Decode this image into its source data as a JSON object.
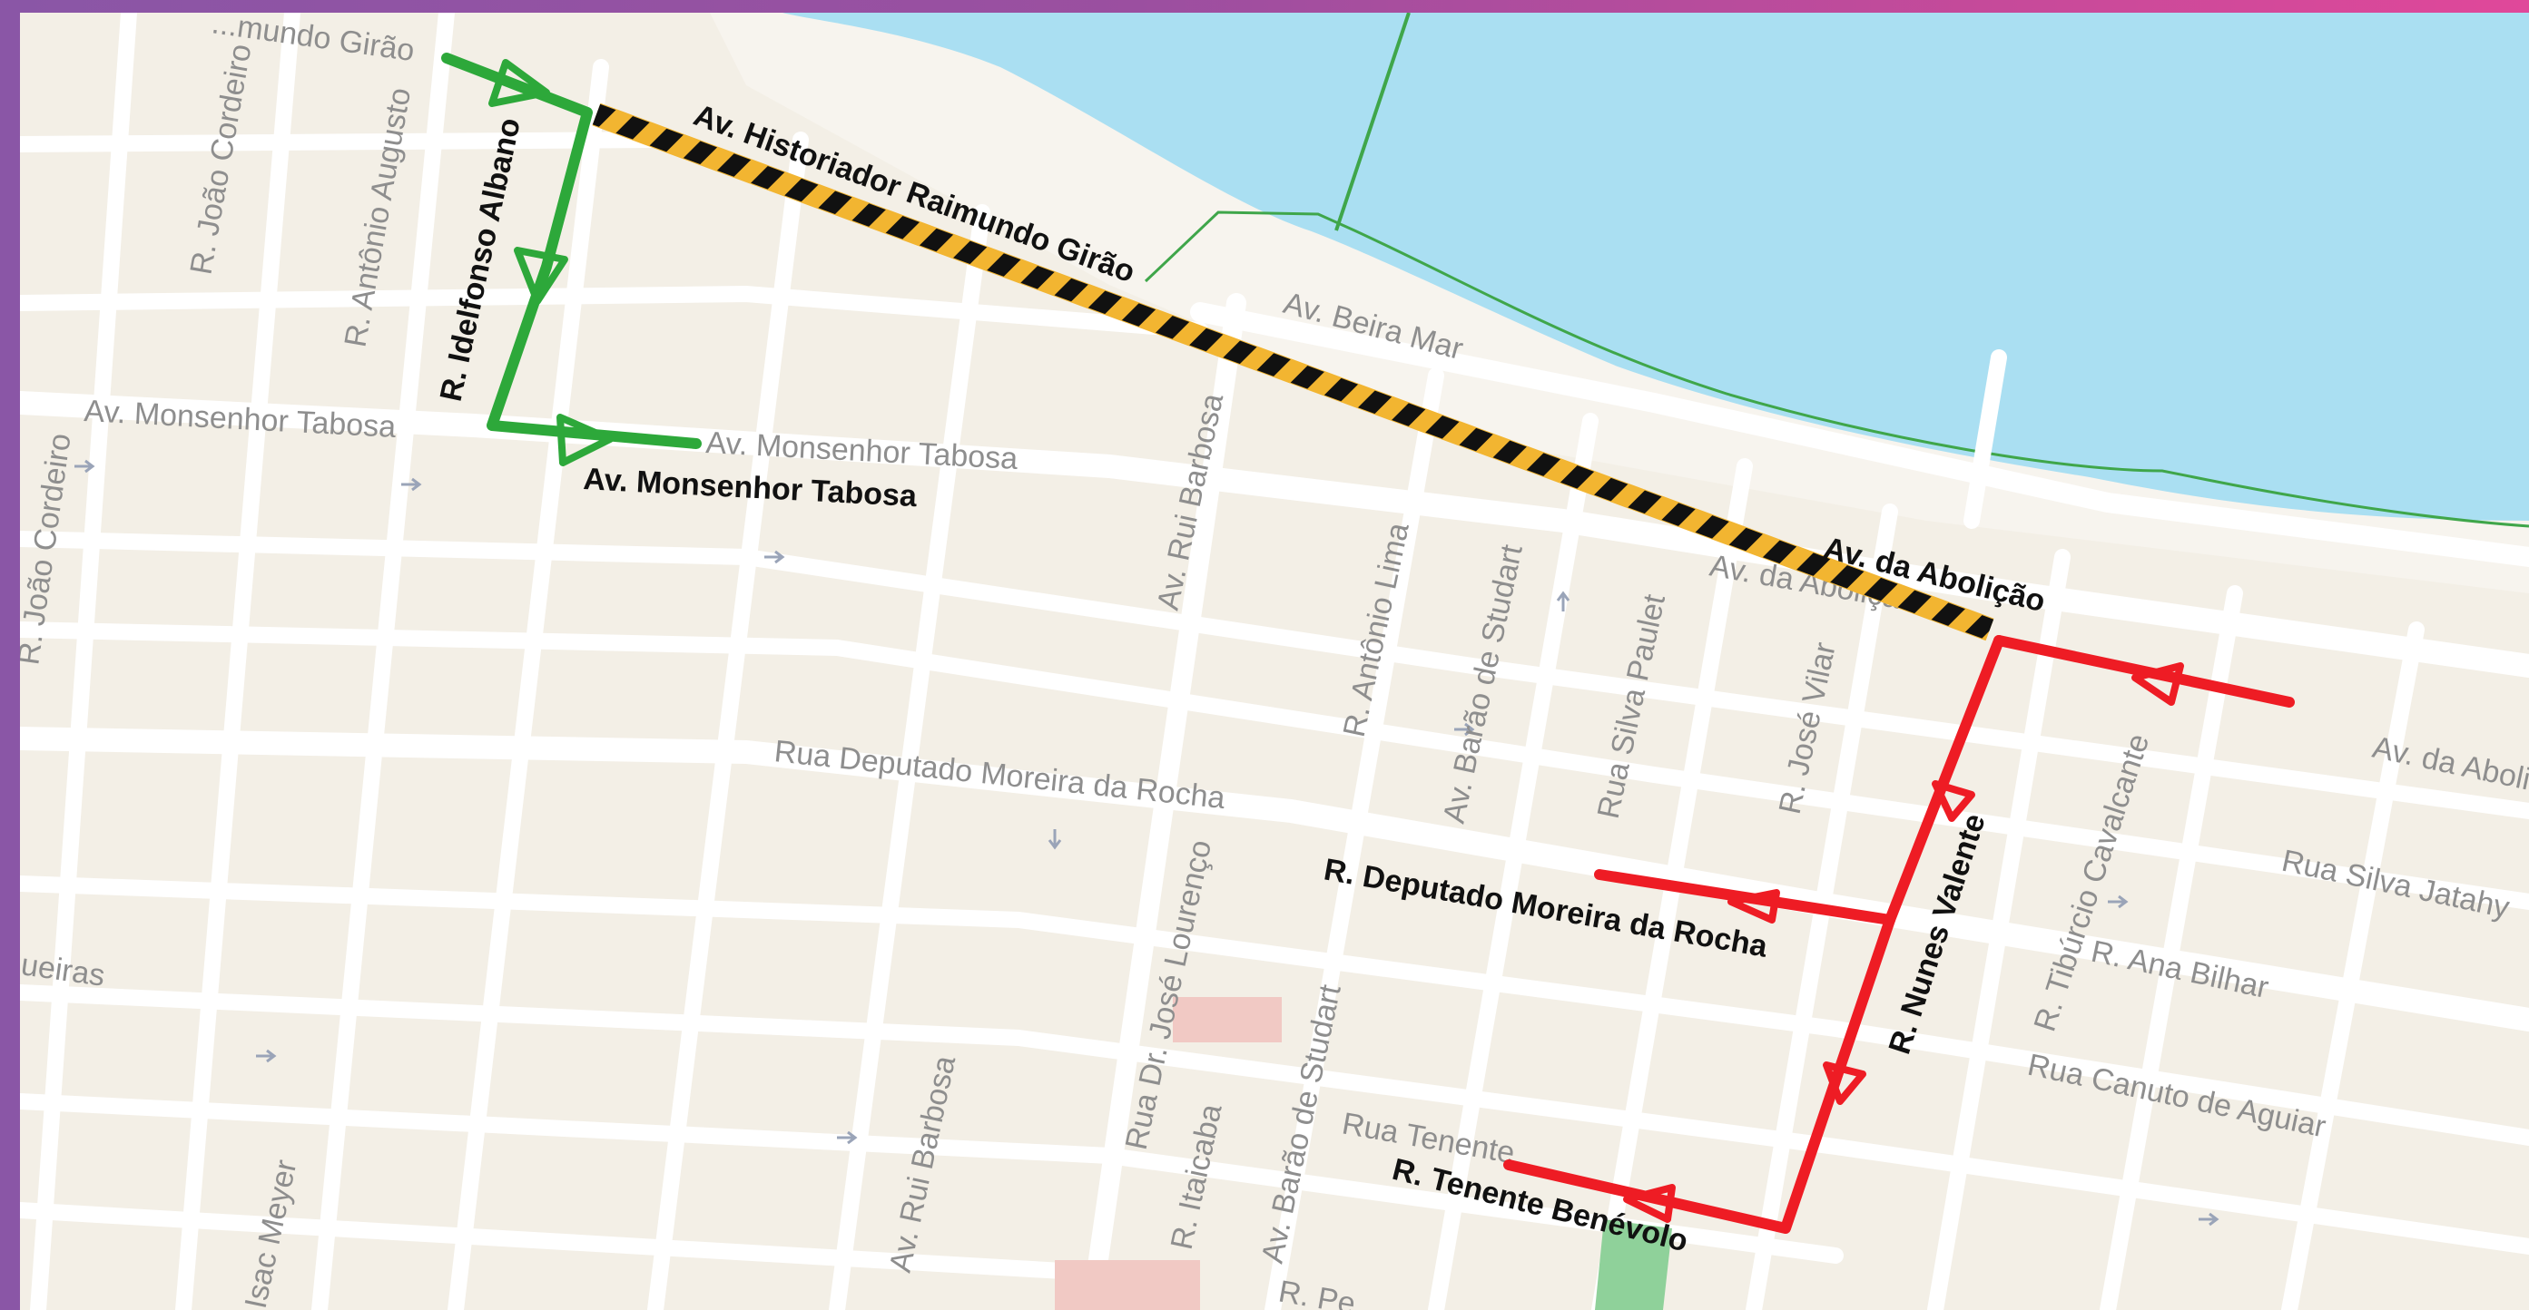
{
  "colors": {
    "land": "#f3efe6",
    "road": "#ffffff",
    "water": "#aadff2",
    "shore": "#3fa64a",
    "route_green": "#2da83a",
    "route_red": "#ee1c24",
    "hazard_yellow": "#f2b531",
    "hazard_black": "#111111",
    "park": "#8fd19a",
    "building_pink": "#f1c9c4"
  },
  "street_labels": {
    "raimundo_girao_top": "...mundo Girão",
    "joao_cordeiro_top": "R. João Cordeiro",
    "antonio_augusto": "R. Antônio Augusto",
    "monsenhor_tabosa_left": "Av. Monsenhor Tabosa",
    "monsenhor_tabosa_mid": "Av. Monsenhor Tabosa",
    "joao_cordeiro_left": "R. João Cordeiro",
    "beira_mar": "Av. Beira Mar",
    "rui_barbosa_top": "Av. Rui Barbosa",
    "antonio_lima": "R. Antônio Lima",
    "barao_studart_top": "Av. Barão de Studart",
    "silva_paulet": "Rua Silva Paulet",
    "jose_vilar": "R. José Vilar",
    "abolicao_grey": "Av. da Abolição",
    "abolicao_right": "Av. da Abolição",
    "moreira_rocha_grey": "Rua Deputado Moreira da Rocha",
    "tiburcio": "R. Tibúrcio Cavalcante",
    "silva_jatahy": "Rua Silva Jatahy",
    "ana_bilhar": "R. Ana Bilhar",
    "canuto_aguiar": "Rua Canuto de Aguiar",
    "jose_lourenco": "Rua Dr. José Lourenço",
    "itaicaba": "R. Itaicaba",
    "barao_studart_bottom": "Av. Barão de Studart",
    "rui_barbosa_bottom": "Av. Rui Barbosa",
    "isac_meyer": "Isac Meyer",
    "queiras": "ueiras",
    "tenente_grey": "Rua Tenente",
    "pe_bottom": "R. Pe"
  },
  "route_labels": {
    "historiador": "Av. Historiador Raimundo Girão",
    "idelfonso": "R. Idelfonso Albano",
    "monsenhor_tabosa": "Av. Monsenhor Tabosa",
    "abolicao": "Av. da Abolição",
    "moreira_rocha": "R. Deputado Moreira da Rocha",
    "nunes_valente": "R. Nunes Valente",
    "tenente_benevolo": "R. Tenente Benévolo"
  }
}
